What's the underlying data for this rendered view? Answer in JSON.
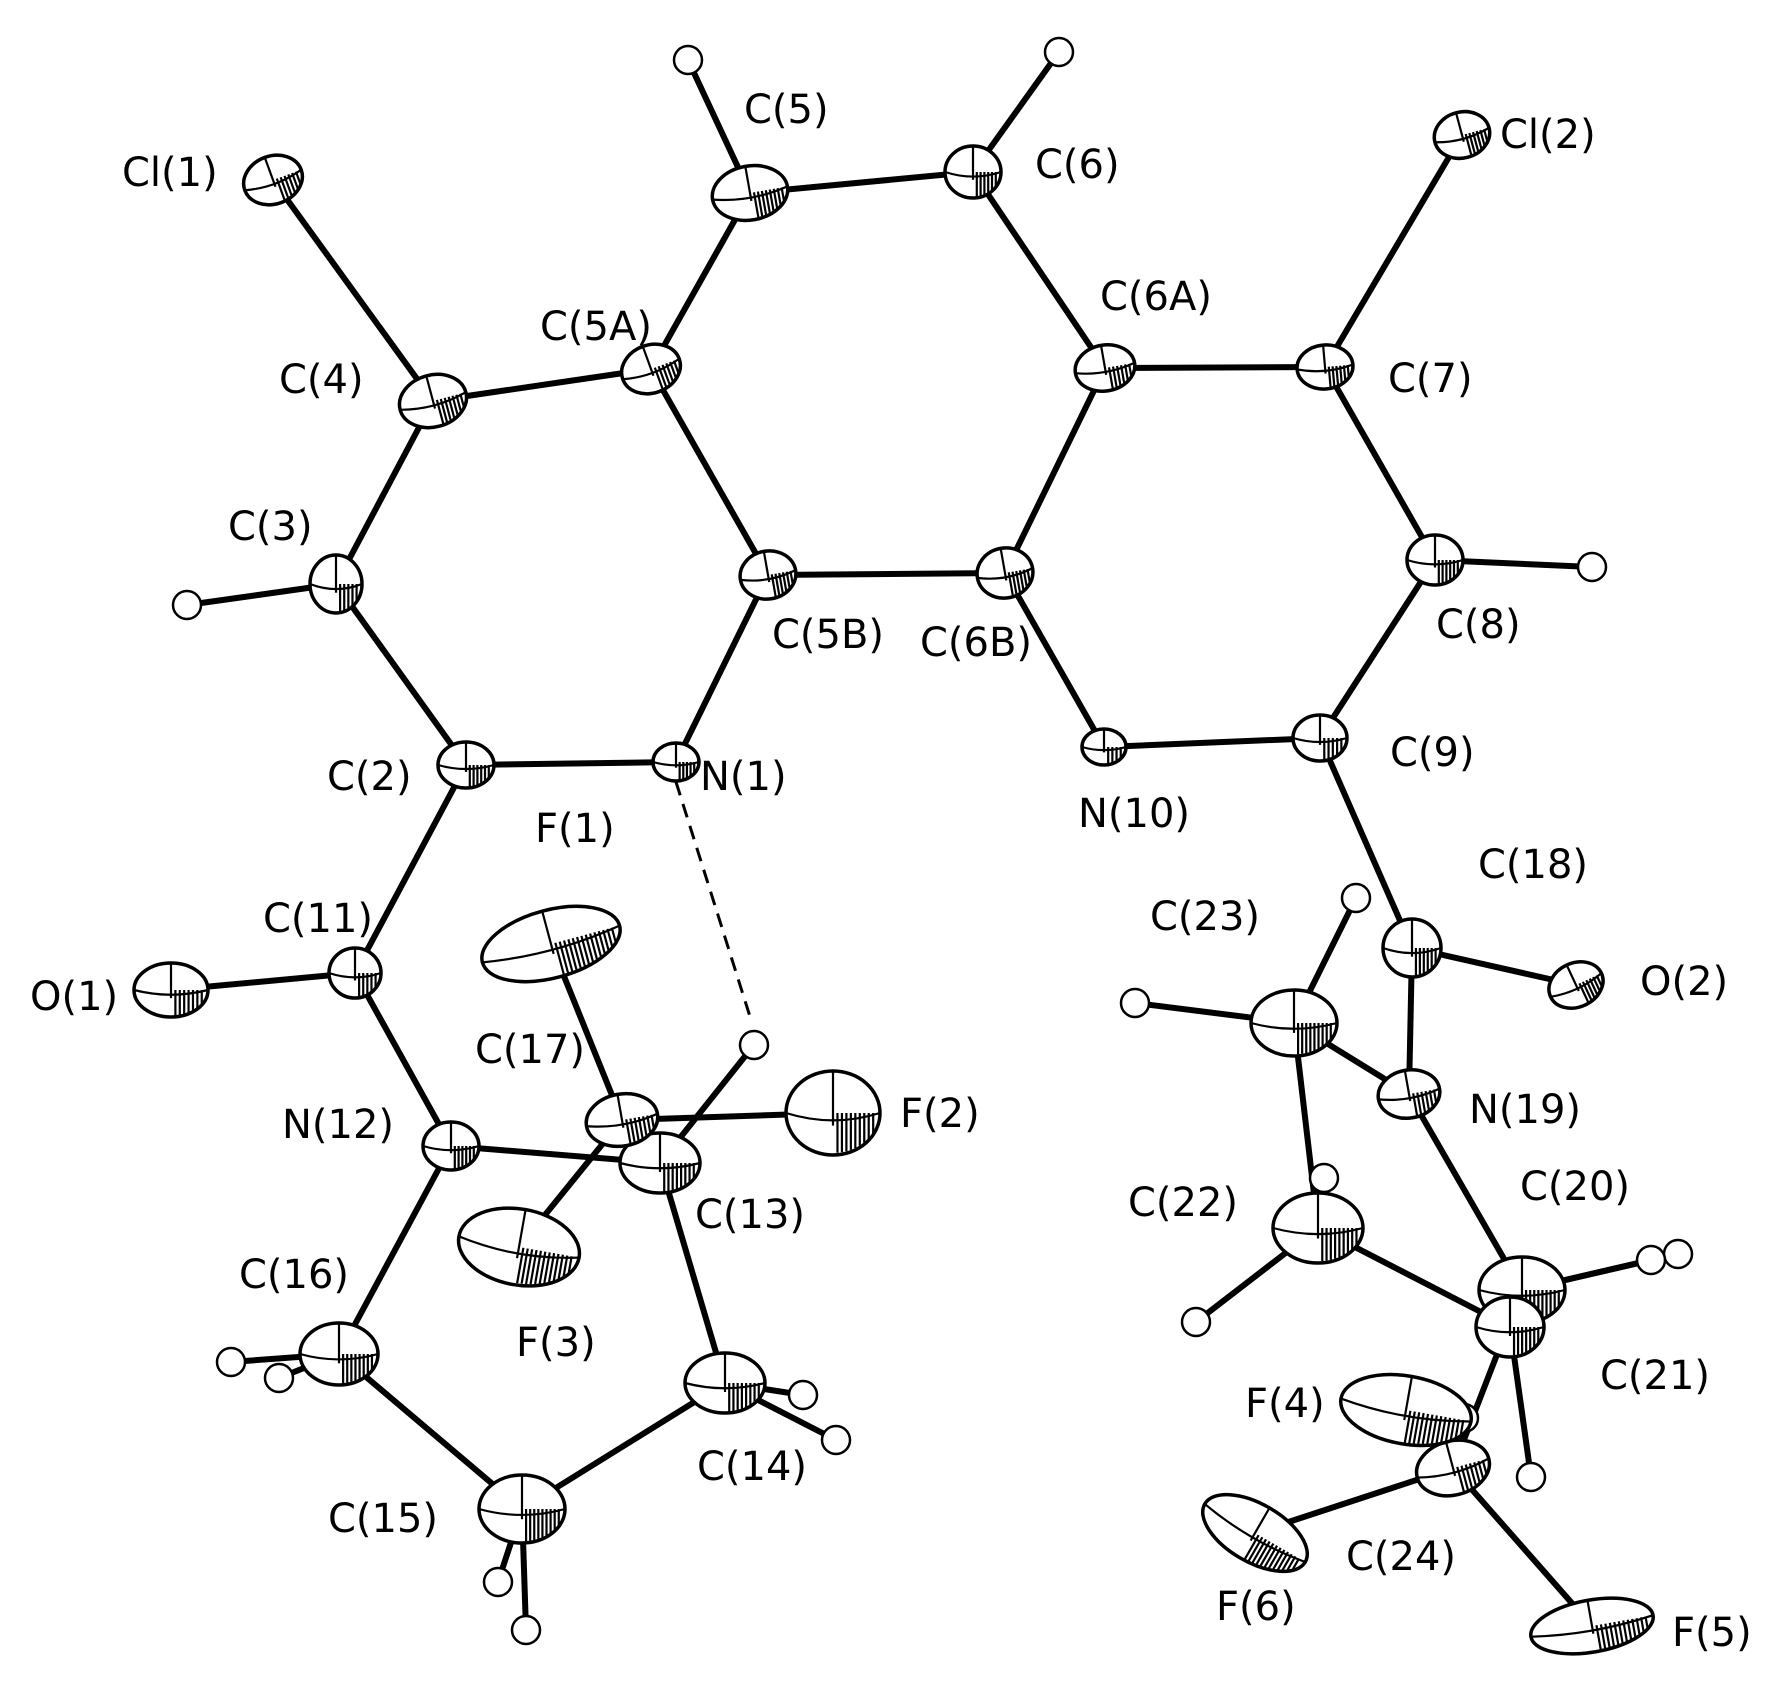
{
  "figure": {
    "type": "ORTEP crystal structure diagram"
  },
  "atoms": [
    {
      "id": "Cl1",
      "label": "Cl(1)"
    },
    {
      "id": "Cl2",
      "label": "Cl(2)"
    },
    {
      "id": "C2",
      "label": "C(2)"
    },
    {
      "id": "C3",
      "label": "C(3)"
    },
    {
      "id": "C4",
      "label": "C(4)"
    },
    {
      "id": "C5",
      "label": "C(5)"
    },
    {
      "id": "C5A",
      "label": "C(5A)"
    },
    {
      "id": "C5B",
      "label": "C(5B)"
    },
    {
      "id": "C6",
      "label": "C(6)"
    },
    {
      "id": "C6A",
      "label": "C(6A)"
    },
    {
      "id": "C6B",
      "label": "C(6B)"
    },
    {
      "id": "C7",
      "label": "C(7)"
    },
    {
      "id": "C8",
      "label": "C(8)"
    },
    {
      "id": "C9",
      "label": "C(9)"
    },
    {
      "id": "N1",
      "label": "N(1)"
    },
    {
      "id": "N10",
      "label": "N(10)"
    },
    {
      "id": "C11",
      "label": "C(11)"
    },
    {
      "id": "O1",
      "label": "O(1)"
    },
    {
      "id": "N12",
      "label": "N(12)"
    },
    {
      "id": "C13",
      "label": "C(13)"
    },
    {
      "id": "C14",
      "label": "C(14)"
    },
    {
      "id": "C15",
      "label": "C(15)"
    },
    {
      "id": "C16",
      "label": "C(16)"
    },
    {
      "id": "C17",
      "label": "C(17)"
    },
    {
      "id": "F1",
      "label": "F(1)"
    },
    {
      "id": "F2",
      "label": "F(2)"
    },
    {
      "id": "F3",
      "label": "F(3)"
    },
    {
      "id": "C18",
      "label": "C(18)"
    },
    {
      "id": "O2",
      "label": "O(2)"
    },
    {
      "id": "N19",
      "label": "N(19)"
    },
    {
      "id": "C20",
      "label": "C(20)"
    },
    {
      "id": "C21",
      "label": "C(21)"
    },
    {
      "id": "C22",
      "label": "C(22)"
    },
    {
      "id": "C23",
      "label": "C(23)"
    },
    {
      "id": "C24",
      "label": "C(24)"
    },
    {
      "id": "F4",
      "label": "F(4)"
    },
    {
      "id": "F5",
      "label": "F(5)"
    },
    {
      "id": "F6",
      "label": "F(6)"
    }
  ],
  "bonds": [
    [
      "Cl1",
      "C4"
    ],
    [
      "C4",
      "C5A"
    ],
    [
      "C4",
      "C3"
    ],
    [
      "C3",
      "C2"
    ],
    [
      "C2",
      "N1"
    ],
    [
      "N1",
      "C5B"
    ],
    [
      "C5B",
      "C5A"
    ],
    [
      "C5A",
      "C5"
    ],
    [
      "C5",
      "C6"
    ],
    [
      "C6",
      "C6A"
    ],
    [
      "C6A",
      "C7"
    ],
    [
      "C6A",
      "C6B"
    ],
    [
      "C5B",
      "C6B"
    ],
    [
      "C6B",
      "N10"
    ],
    [
      "N10",
      "C9"
    ],
    [
      "C9",
      "C8"
    ],
    [
      "C8",
      "C7"
    ],
    [
      "C7",
      "Cl2"
    ],
    [
      "C2",
      "C11"
    ],
    [
      "C11",
      "O1"
    ],
    [
      "C11",
      "N12"
    ],
    [
      "N12",
      "C13"
    ],
    [
      "N12",
      "C16"
    ],
    [
      "C16",
      "C15"
    ],
    [
      "C15",
      "C14"
    ],
    [
      "C14",
      "C13"
    ],
    [
      "C13",
      "C17"
    ],
    [
      "C17",
      "F1"
    ],
    [
      "C17",
      "F2"
    ],
    [
      "C17",
      "F3"
    ],
    [
      "C9",
      "C18"
    ],
    [
      "C18",
      "O2"
    ],
    [
      "C18",
      "N19"
    ],
    [
      "N19",
      "C23"
    ],
    [
      "N19",
      "C20"
    ],
    [
      "C23",
      "C22"
    ],
    [
      "C22",
      "C21"
    ],
    [
      "C21",
      "C20"
    ],
    [
      "C20",
      "C24"
    ],
    [
      "C24",
      "F4"
    ],
    [
      "C24",
      "F5"
    ],
    [
      "C24",
      "F6"
    ]
  ],
  "hydrogen_bonds": [
    [
      "N1",
      "H13"
    ]
  ]
}
